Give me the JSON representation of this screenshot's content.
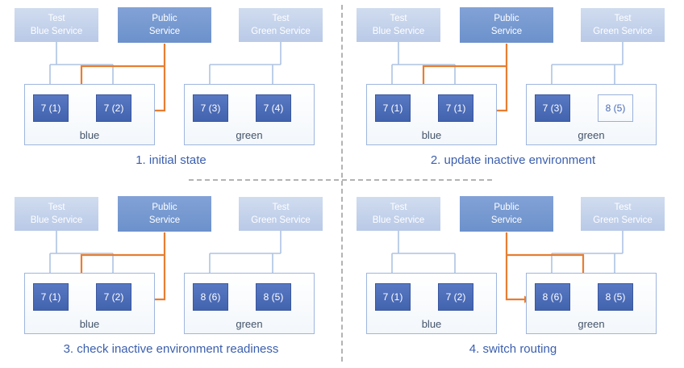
{
  "colors": {
    "public_service": "#6c91cb",
    "test_service": "#c3d2ea",
    "pod": "#4a6bb5",
    "pod_outline_border": "#9ab0da",
    "arrow_public": "#e87d31",
    "arrow_test": "#aec3e2",
    "caption_text": "#3b5fae",
    "env_label_text": "#44546a",
    "separator": "#b3b3b3"
  },
  "panels": [
    {
      "caption": "1. initial state",
      "public_routes_to": "blue",
      "services": {
        "test_blue": {
          "line1": "Test",
          "line2": "Blue Service"
        },
        "public": {
          "line1": "Public",
          "line2": "Service"
        },
        "test_green": {
          "line1": "Test",
          "line2": "Green Service"
        }
      },
      "blue_env": {
        "label": "blue",
        "pods": [
          {
            "label": "7 (1)"
          },
          {
            "label": "7 (2)"
          }
        ]
      },
      "green_env": {
        "label": "green",
        "pods": [
          {
            "label": "7 (3)"
          },
          {
            "label": "7 (4)"
          }
        ]
      }
    },
    {
      "caption": "2. update inactive environment",
      "public_routes_to": "blue",
      "services": {
        "test_blue": {
          "line1": "Test",
          "line2": "Blue Service"
        },
        "public": {
          "line1": "Public",
          "line2": "Service"
        },
        "test_green": {
          "line1": "Test",
          "line2": "Green Service"
        }
      },
      "blue_env": {
        "label": "blue",
        "pods": [
          {
            "label": "7 (1)"
          },
          {
            "label": "7 (1)"
          }
        ]
      },
      "green_env": {
        "label": "green",
        "pods": [
          {
            "label": "7 (3)"
          },
          {
            "label": "8 (5)",
            "outline": true
          }
        ]
      }
    },
    {
      "caption": "3. check inactive environment readiness",
      "public_routes_to": "blue",
      "services": {
        "test_blue": {
          "line1": "Test",
          "line2": "Blue Service"
        },
        "public": {
          "line1": "Public",
          "line2": "Service"
        },
        "test_green": {
          "line1": "Test",
          "line2": "Green Service"
        }
      },
      "blue_env": {
        "label": "blue",
        "pods": [
          {
            "label": "7 (1)"
          },
          {
            "label": "7 (2)"
          }
        ]
      },
      "green_env": {
        "label": "green",
        "pods": [
          {
            "label": "8 (6)"
          },
          {
            "label": "8 (5)"
          }
        ]
      }
    },
    {
      "caption": "4. switch routing",
      "public_routes_to": "green",
      "services": {
        "test_blue": {
          "line1": "Test",
          "line2": "Blue Service"
        },
        "public": {
          "line1": "Public",
          "line2": "Service"
        },
        "test_green": {
          "line1": "Test",
          "line2": "Green Service"
        }
      },
      "blue_env": {
        "label": "blue",
        "pods": [
          {
            "label": "7 (1)"
          },
          {
            "label": "7 (2)"
          }
        ]
      },
      "green_env": {
        "label": "green",
        "pods": [
          {
            "label": "8 (6)"
          },
          {
            "label": "8 (5)"
          }
        ]
      }
    }
  ]
}
